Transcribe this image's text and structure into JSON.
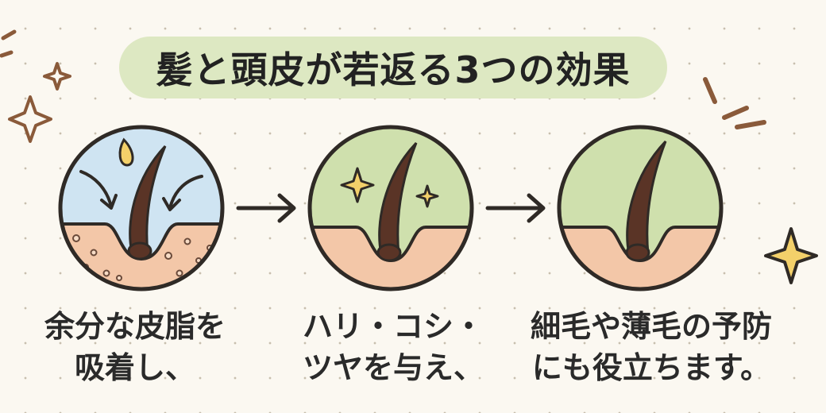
{
  "title": "髪と頭皮が若返る3つの効果",
  "steps": [
    {
      "caption_line1": "余分な皮脂を",
      "caption_line2": "吸着し、"
    },
    {
      "caption_line1": "ハリ・コシ・",
      "caption_line2": "ツヤを与え、"
    },
    {
      "caption_line1": "細毛や薄毛の予防",
      "caption_line2": "にも役立ちます。"
    }
  ],
  "colors": {
    "sky": "#cfe4f2",
    "green": "#cfe0ad",
    "skin": "#f3c7a8",
    "hair": "#5a3426",
    "outline": "#2f2a26",
    "sparkle": "#f3d06a",
    "accent_brown": "#8a5a3a"
  }
}
